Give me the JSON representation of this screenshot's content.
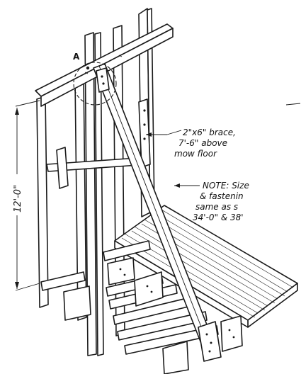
{
  "detail_marker": "A",
  "callouts": {
    "brace": [
      "2\"x6\" brace,",
      "7'-6\" above",
      "mow floor"
    ],
    "note": [
      "NOTE: Size",
      "& fastenin",
      "same as s",
      "34'-0\" & 38'"
    ]
  },
  "dimension": {
    "height_label": "12'-0\""
  }
}
